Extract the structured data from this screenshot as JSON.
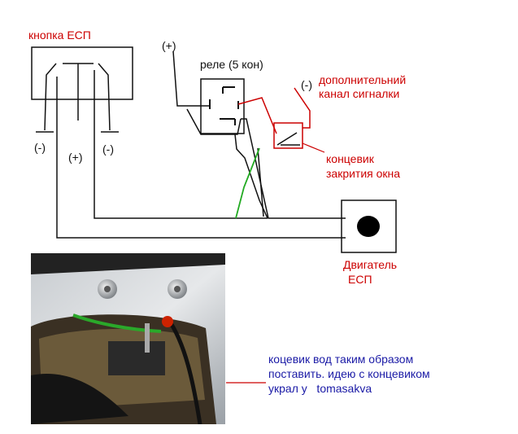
{
  "labels": {
    "esp_button": "кнопка ЕСП",
    "relay": "реле (5 кон)",
    "plus_top": "(+)",
    "minus_aux": "(-)",
    "aux_channel_line1": "дополнительний",
    "aux_channel_line2": "канал сигналки",
    "limit_switch_line1": "концевик",
    "limit_switch_line2": "закрития окна",
    "btn_minus_left": "(-)",
    "btn_plus": "(+)",
    "btn_minus_right": "(-)",
    "motor_line1": "Двигатель",
    "motor_line2": "ЕСП",
    "note_line1": "коцевик вод таким образом",
    "note_line2": "поставить. идею с концевиком",
    "note_line3": "украл у   tomasakva"
  },
  "colors": {
    "label_red": "#cc0000",
    "note_blue": "#1a1aa6",
    "wire_black": "#111111",
    "wire_red": "#cc0000",
    "wire_green": "#22aa22"
  }
}
